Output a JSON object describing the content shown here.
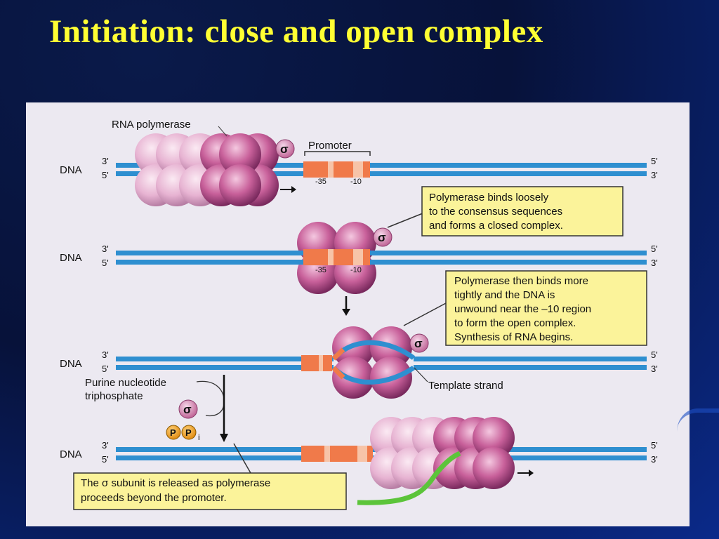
{
  "title": "Initiation: close and open complex",
  "labels": {
    "dna": "DNA",
    "three_prime": "3'",
    "five_prime": "5'",
    "rna_polymerase": "RNA polymerase",
    "promoter": "Promoter",
    "minus35": "-35",
    "minus10": "-10",
    "sigma": "σ",
    "template_strand": "Template strand",
    "purine_line1": "Purine nucleotide",
    "purine_line2": "triphosphate",
    "p": "P",
    "i": "i"
  },
  "callouts": {
    "closed": [
      "Polymerase binds loosely",
      "to the consensus sequences",
      "and forms a closed complex."
    ],
    "open": [
      "Polymerase then binds more",
      "tightly and the DNA is",
      "unwound near the –10 region",
      "to form the open complex.",
      "Synthesis of RNA begins."
    ],
    "release": [
      "The σ subunit is released as polymerase",
      "proceeds beyond the promoter."
    ]
  },
  "colors": {
    "title": "#ffff33",
    "dna": "#2e8fd0",
    "promoter": "#f07a4a",
    "promoter_light": "#f7c4a8",
    "polymerase": "#c8609a",
    "callout_bg": "#fbf39a",
    "rna": "#5cc43a"
  }
}
